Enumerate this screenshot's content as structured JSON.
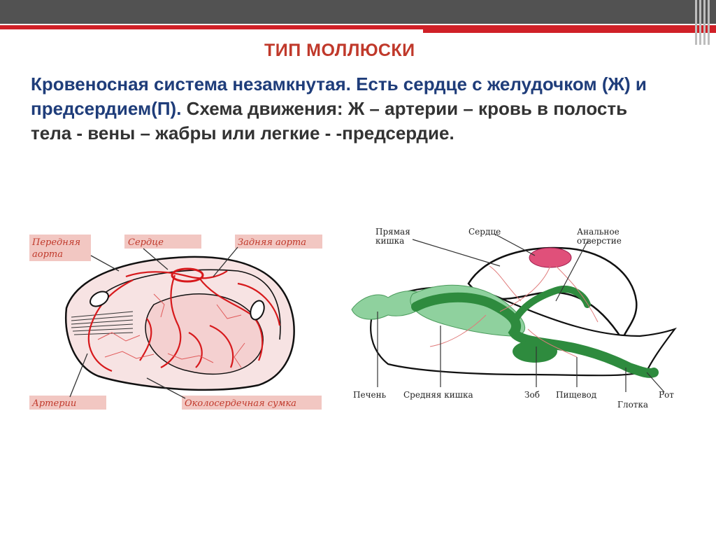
{
  "slide": {
    "title": "ТИП МОЛЛЮСКИ",
    "text_blue": "Кровеносная система незамкнутая. Есть сердце с желудочком (Ж) и предсердием(П).",
    "text_dark": " Схема движения: Ж – артерии – кровь в полость тела - вены – жабры или легкие - -предсердие."
  },
  "left_diagram": {
    "labels": {
      "front_aorta_1": "Передняя",
      "front_aorta_2": "аорта",
      "heart": "Сердце",
      "rear_aorta": "Задняя аорта",
      "arteries": "Артерии",
      "pericardium": "Околосердечная сумка"
    },
    "colors": {
      "label_bg": "#f2c7c2",
      "vessel": "#d7191c",
      "body": "#f6dada"
    }
  },
  "right_diagram": {
    "labels": {
      "rectum_1": "Прямая",
      "rectum_2": "кишка",
      "heart": "Сердце",
      "anal_1": "Анальное",
      "anal_2": "отверстие",
      "liver": "Печень",
      "midgut": "Средняя кишка",
      "crop": "Зоб",
      "esophagus": "Пищевод",
      "pharynx": "Глотка",
      "mouth": "Рот"
    },
    "colors": {
      "light_green": "#8fd19e",
      "dark_green": "#2e8b3e",
      "heart": "#e0507a"
    }
  }
}
